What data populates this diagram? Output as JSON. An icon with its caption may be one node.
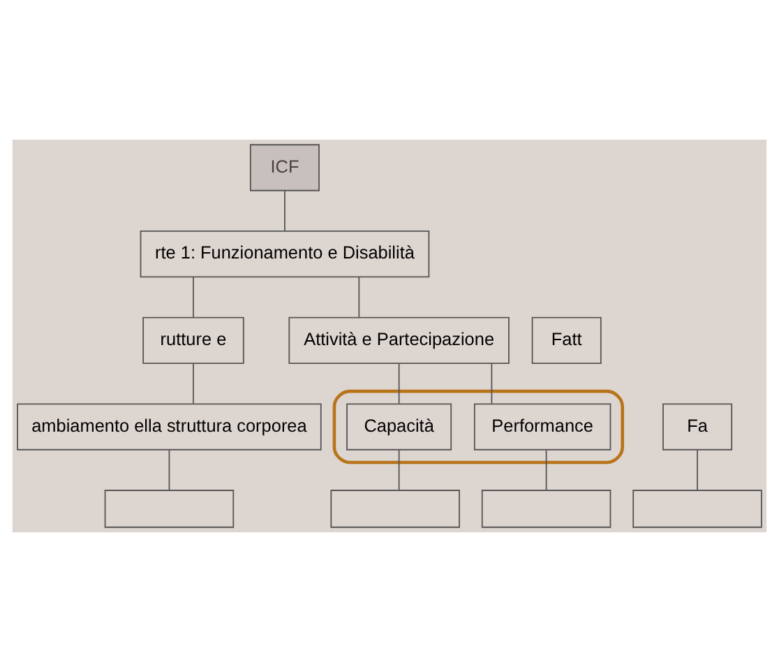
{
  "diagram": {
    "nodes": [
      {
        "text": [
          "ICF"
        ]
      },
      {
        "text": [
          "rte 1: Funzionamento e Disabilità"
        ]
      },
      {
        "text": [
          "rutture e"
        ]
      },
      {
        "text": [
          "Attività e Partecipazione"
        ]
      },
      {
        "text": [
          "Fatt"
        ]
      },
      {
        "text": [
          "ambiamento ella struttura corporea"
        ]
      },
      {
        "text": [],
        "shape": "ellipse"
      },
      {
        "text": [
          "Capacità"
        ],
        "in": 6
      },
      {
        "text": [
          "Performance"
        ],
        "in": 6
      },
      {
        "text": [
          "Fa"
        ]
      },
      {
        "text": [],
        "shape": "box"
      },
      {
        "text": [],
        "shape": "box"
      },
      {
        "text": [],
        "shape": "box"
      },
      {
        "text": [],
        "shape": "box"
      }
    ],
    "edges": [
      {
        "from": 0,
        "to": 1,
        "arrow": "none"
      },
      {
        "from": 1,
        "to": 2,
        "arrow": "none"
      },
      {
        "from": 1,
        "to": 3,
        "arrow": "none"
      },
      {
        "from": 2,
        "to": 5,
        "arrow": "none"
      },
      {
        "from": 3,
        "to": 7,
        "arrow": "none"
      },
      {
        "from": 3,
        "to": 8,
        "arrow": "none"
      },
      {
        "from": 5,
        "to": 10,
        "arrow": "none"
      },
      {
        "from": 7,
        "to": 11,
        "arrow": "none"
      },
      {
        "from": 8,
        "to": 12,
        "arrow": "none"
      },
      {
        "from": 9,
        "to": 13,
        "arrow": "none"
      }
    ]
  }
}
